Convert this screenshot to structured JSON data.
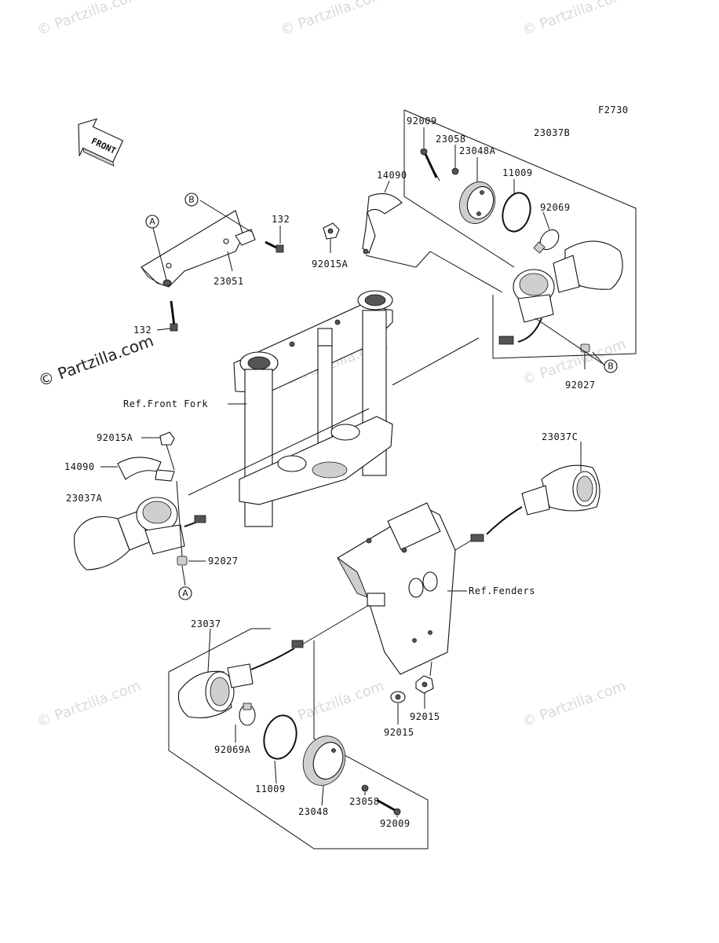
{
  "diagram_code": "F2730",
  "front_arrow_label": "FRONT",
  "watermark": "© Partzilla.com",
  "refs": {
    "front_fork": "Ref.Front Fork",
    "fenders": "Ref.Fenders"
  },
  "callouts": {
    "a": "A",
    "b": "B"
  },
  "part_numbers": {
    "n92009_top": "92009",
    "n23058_top": "23058",
    "n23048A": "23048A",
    "n23037B": "23037B",
    "n14090_top": "14090",
    "n11009_top": "11009",
    "n92069": "92069",
    "n132": "132",
    "n23051": "23051",
    "n92015A_top": "92015A",
    "n132b": "132",
    "n92027_top": "92027",
    "n92015A_left": "92015A",
    "n14090_left": "14090",
    "n23037A": "23037A",
    "n92027_left": "92027",
    "n23037C": "23037C",
    "n23037": "23037",
    "n92069A": "92069A",
    "n11009_bottom": "11009",
    "n23048": "23048",
    "n23058_bottom": "23058",
    "n92009_bottom": "92009",
    "n92015_a": "92015",
    "n92015_b": "92015"
  }
}
